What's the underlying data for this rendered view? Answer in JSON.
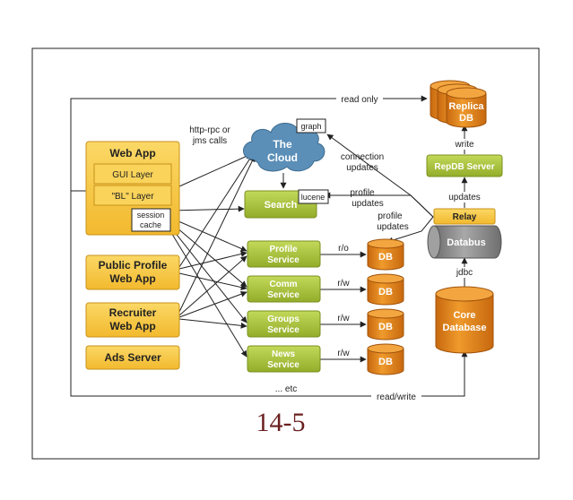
{
  "diagram": {
    "web_app": {
      "title": "Web App",
      "gui_layer": "GUI Layer",
      "bl_layer": "\"BL\" Layer",
      "session_cache_1": "session",
      "session_cache_2": "cache"
    },
    "public_profile": {
      "line1": "Public Profile",
      "line2": "Web App"
    },
    "recruiter": {
      "line1": "Recruiter",
      "line2": "Web App"
    },
    "ads_server": "Ads Server",
    "cloud": {
      "line1": "The",
      "line2": "Cloud",
      "tag": "graph"
    },
    "search": {
      "label": "Search",
      "tag": "lucene"
    },
    "services": [
      {
        "line1": "Profile",
        "line2": "Service",
        "access": "r/o",
        "db": "DB"
      },
      {
        "line1": "Comm",
        "line2": "Service",
        "access": "r/w",
        "db": "DB"
      },
      {
        "line1": "Groups",
        "line2": "Service",
        "access": "r/w",
        "db": "DB"
      },
      {
        "line1": "News",
        "line2": "Service",
        "access": "r/w",
        "db": "DB"
      }
    ],
    "etc": "... etc",
    "replica": {
      "line1": "Replica",
      "line2": "DB"
    },
    "repdb_server": "RepDB Server",
    "relay": "Relay",
    "databus": "Databus",
    "core_db": {
      "line1": "Core",
      "line2": "Database"
    },
    "edge_labels": {
      "read_only": "read only",
      "read_write": "read/write",
      "http_rpc_1": "http-rpc or",
      "http_rpc_2": "jms calls",
      "connection_updates_1": "connection",
      "connection_updates_2": "updates",
      "profile_updates_1": "profile",
      "profile_updates_2": "updates",
      "profile_updates_b1": "profile",
      "profile_updates_b2": "updates",
      "write": "write",
      "updates": "updates",
      "jdbc": "jdbc"
    }
  },
  "caption": "14-5",
  "colors": {
    "orange_fill": "#f7c740",
    "orange_stroke": "#c9921a",
    "green_fill": "#a9c23a",
    "db_orange": "#e0821a",
    "cloud_blue": "#5b8fb8",
    "gray": "#8c8c8c"
  }
}
